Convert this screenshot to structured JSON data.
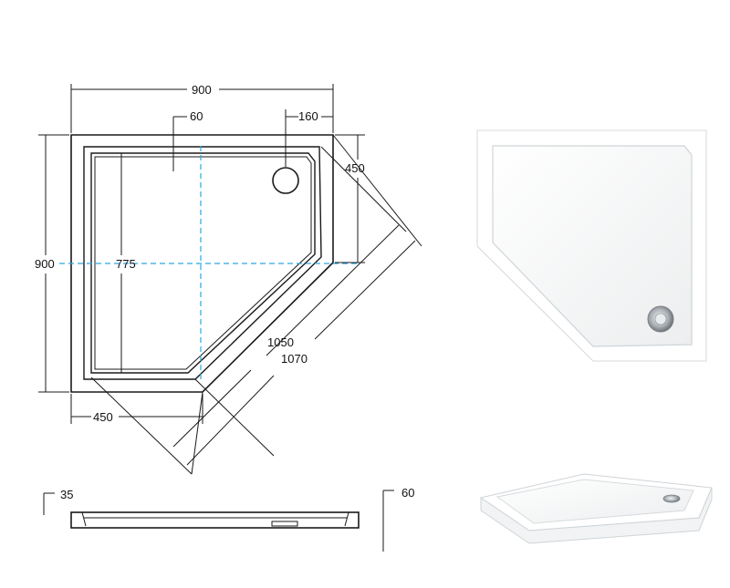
{
  "colors": {
    "line": "#1a1a1a",
    "centerline": "#2aa8e0",
    "tray_fill": "#ffffff",
    "tray_shadow": "#cfd3d6",
    "drain_metal": "#b9bec2"
  },
  "top_view": {
    "dim_width_top": "900",
    "dim_drain_offset_left": "60",
    "dim_drain_offset_right": "160",
    "dim_side_right": "450",
    "dim_height_left": "900",
    "dim_inner_height": "775",
    "dim_bottom_left": "450",
    "dim_diagonal_inner": "1050",
    "dim_diagonal_outer": "1070"
  },
  "side_view": {
    "dim_rim_height": "35",
    "dim_total_height": "60"
  },
  "photos": {
    "top_photo_icon": "pentagonal-shower-tray-photo-icon",
    "perspective_photo_icon": "pentagonal-shower-tray-perspective-icon"
  }
}
